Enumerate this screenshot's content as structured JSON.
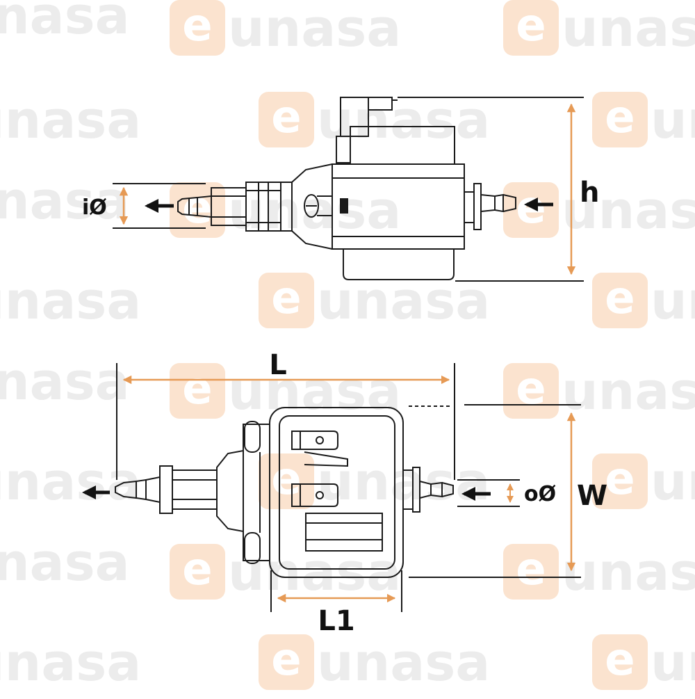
{
  "watermark": {
    "brand_e": "e",
    "brand_rest": "unasa",
    "partial_left": "nasa",
    "partial_right": "eun"
  },
  "dimensions": {
    "inlet_diameter": "iØ",
    "height": "h",
    "length": "L",
    "width": "W",
    "outlet_diameter": "oØ",
    "length_1": "L1"
  },
  "colors": {
    "dimension_arrow": "#e69a55",
    "line": "#1a1a1a",
    "watermark_word": "#ececec",
    "watermark_e_bg": "#fbe3cf"
  }
}
